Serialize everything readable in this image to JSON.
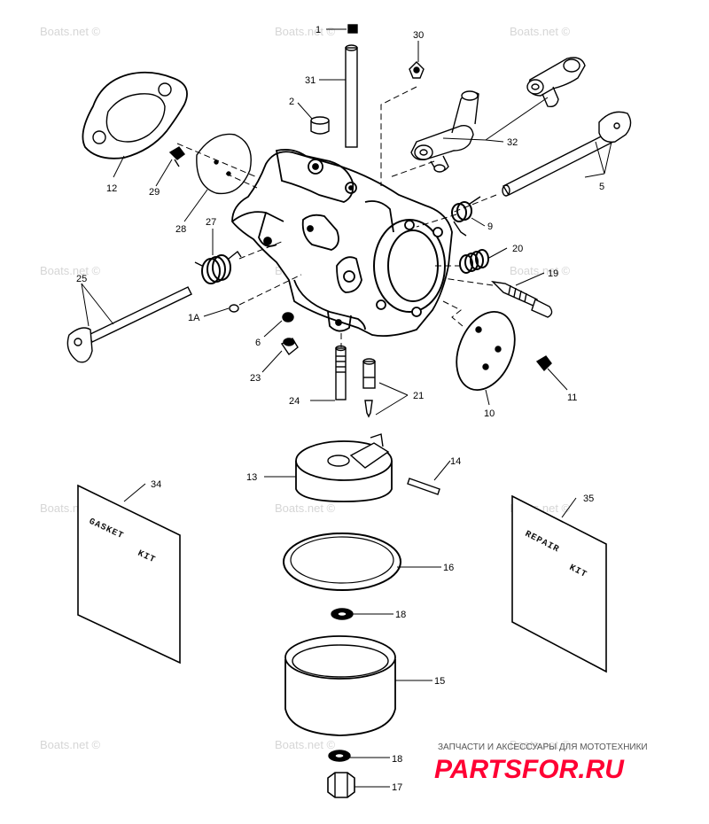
{
  "watermark": "Boats.net ©",
  "callouts": {
    "p1": "1",
    "p30": "30",
    "p31": "31",
    "p2": "2",
    "p12": "12",
    "p29": "29",
    "p28": "28",
    "p27": "27",
    "p32": "32",
    "p5": "5",
    "p9": "9",
    "p20": "20",
    "p19": "19",
    "p25": "25",
    "p1a": "1A",
    "p6": "6",
    "p23": "23",
    "p11": "11",
    "p10": "10",
    "p24": "24",
    "p21": "21",
    "p13": "13",
    "p14": "14",
    "p34": "34",
    "p35": "35",
    "p16": "16",
    "p18a": "18",
    "p15": "15",
    "p18b": "18",
    "p17": "17"
  },
  "gasket_kit": {
    "line1": "GASKET",
    "line2": "KIT"
  },
  "repair_kit": {
    "line1": "REPAIR",
    "line2": "KIT"
  },
  "brand": {
    "tagline": "ЗАПЧАСТИ И АКСЕССУАРЫ ДЛЯ МОТОТЕХНИКИ",
    "name": "PARTSFOR.RU",
    "color": "#ff0033"
  }
}
